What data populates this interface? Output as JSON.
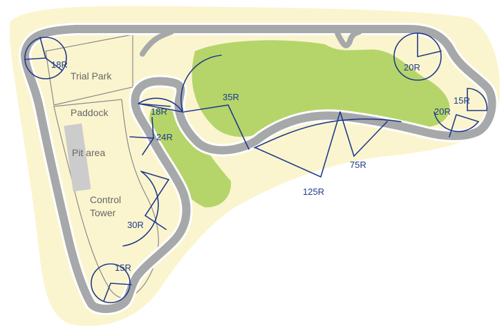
{
  "colors": {
    "ground": "#fbf5cf",
    "grass": "#b5d56a",
    "track": "#a6a8aa",
    "track_edge": "#ffffff",
    "facility_outline": "#8a8a8a",
    "pit_box": "#cccccc",
    "radius": "#1f3a8a",
    "label_facility": "#666666"
  },
  "facilities": {
    "trial_park": "Trial Park",
    "paddock": "Paddock",
    "pit_area": "Pit area",
    "control_tower_line1": "Control",
    "control_tower_line2": "Tower"
  },
  "corners": {
    "c1": "18R",
    "c2": "20R",
    "c3": "15R",
    "c4": "20R",
    "c5": "35R",
    "c6": "18R",
    "c7": "24R",
    "c8": "75R",
    "c9": "125R",
    "c10": "30R",
    "c11": "15R"
  }
}
